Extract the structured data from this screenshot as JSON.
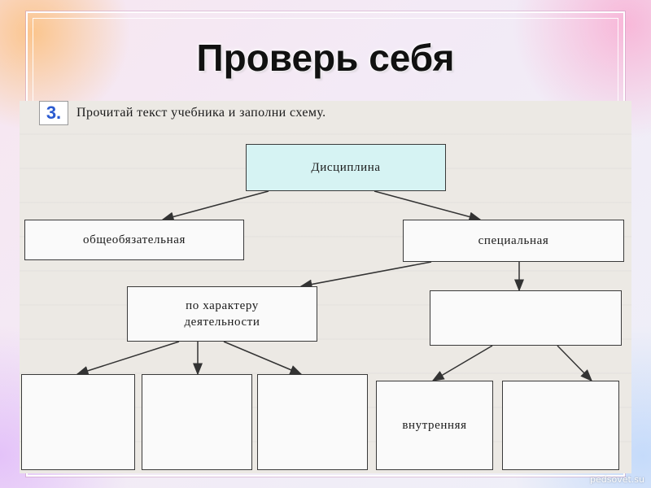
{
  "title": "Проверь себя",
  "exercise": {
    "number": "3.",
    "instruction": "Прочитай текст учебника и заполни схему."
  },
  "diagram": {
    "root": "Дисциплина",
    "level1": {
      "left": "общеобязательная",
      "right": "специальная"
    },
    "level2": {
      "left": "по характеру деятельности",
      "right": ""
    },
    "level3": {
      "a": "",
      "b": "",
      "c": "",
      "d": "внутренняя",
      "e": ""
    }
  },
  "watermark": "pedsovet.su"
}
